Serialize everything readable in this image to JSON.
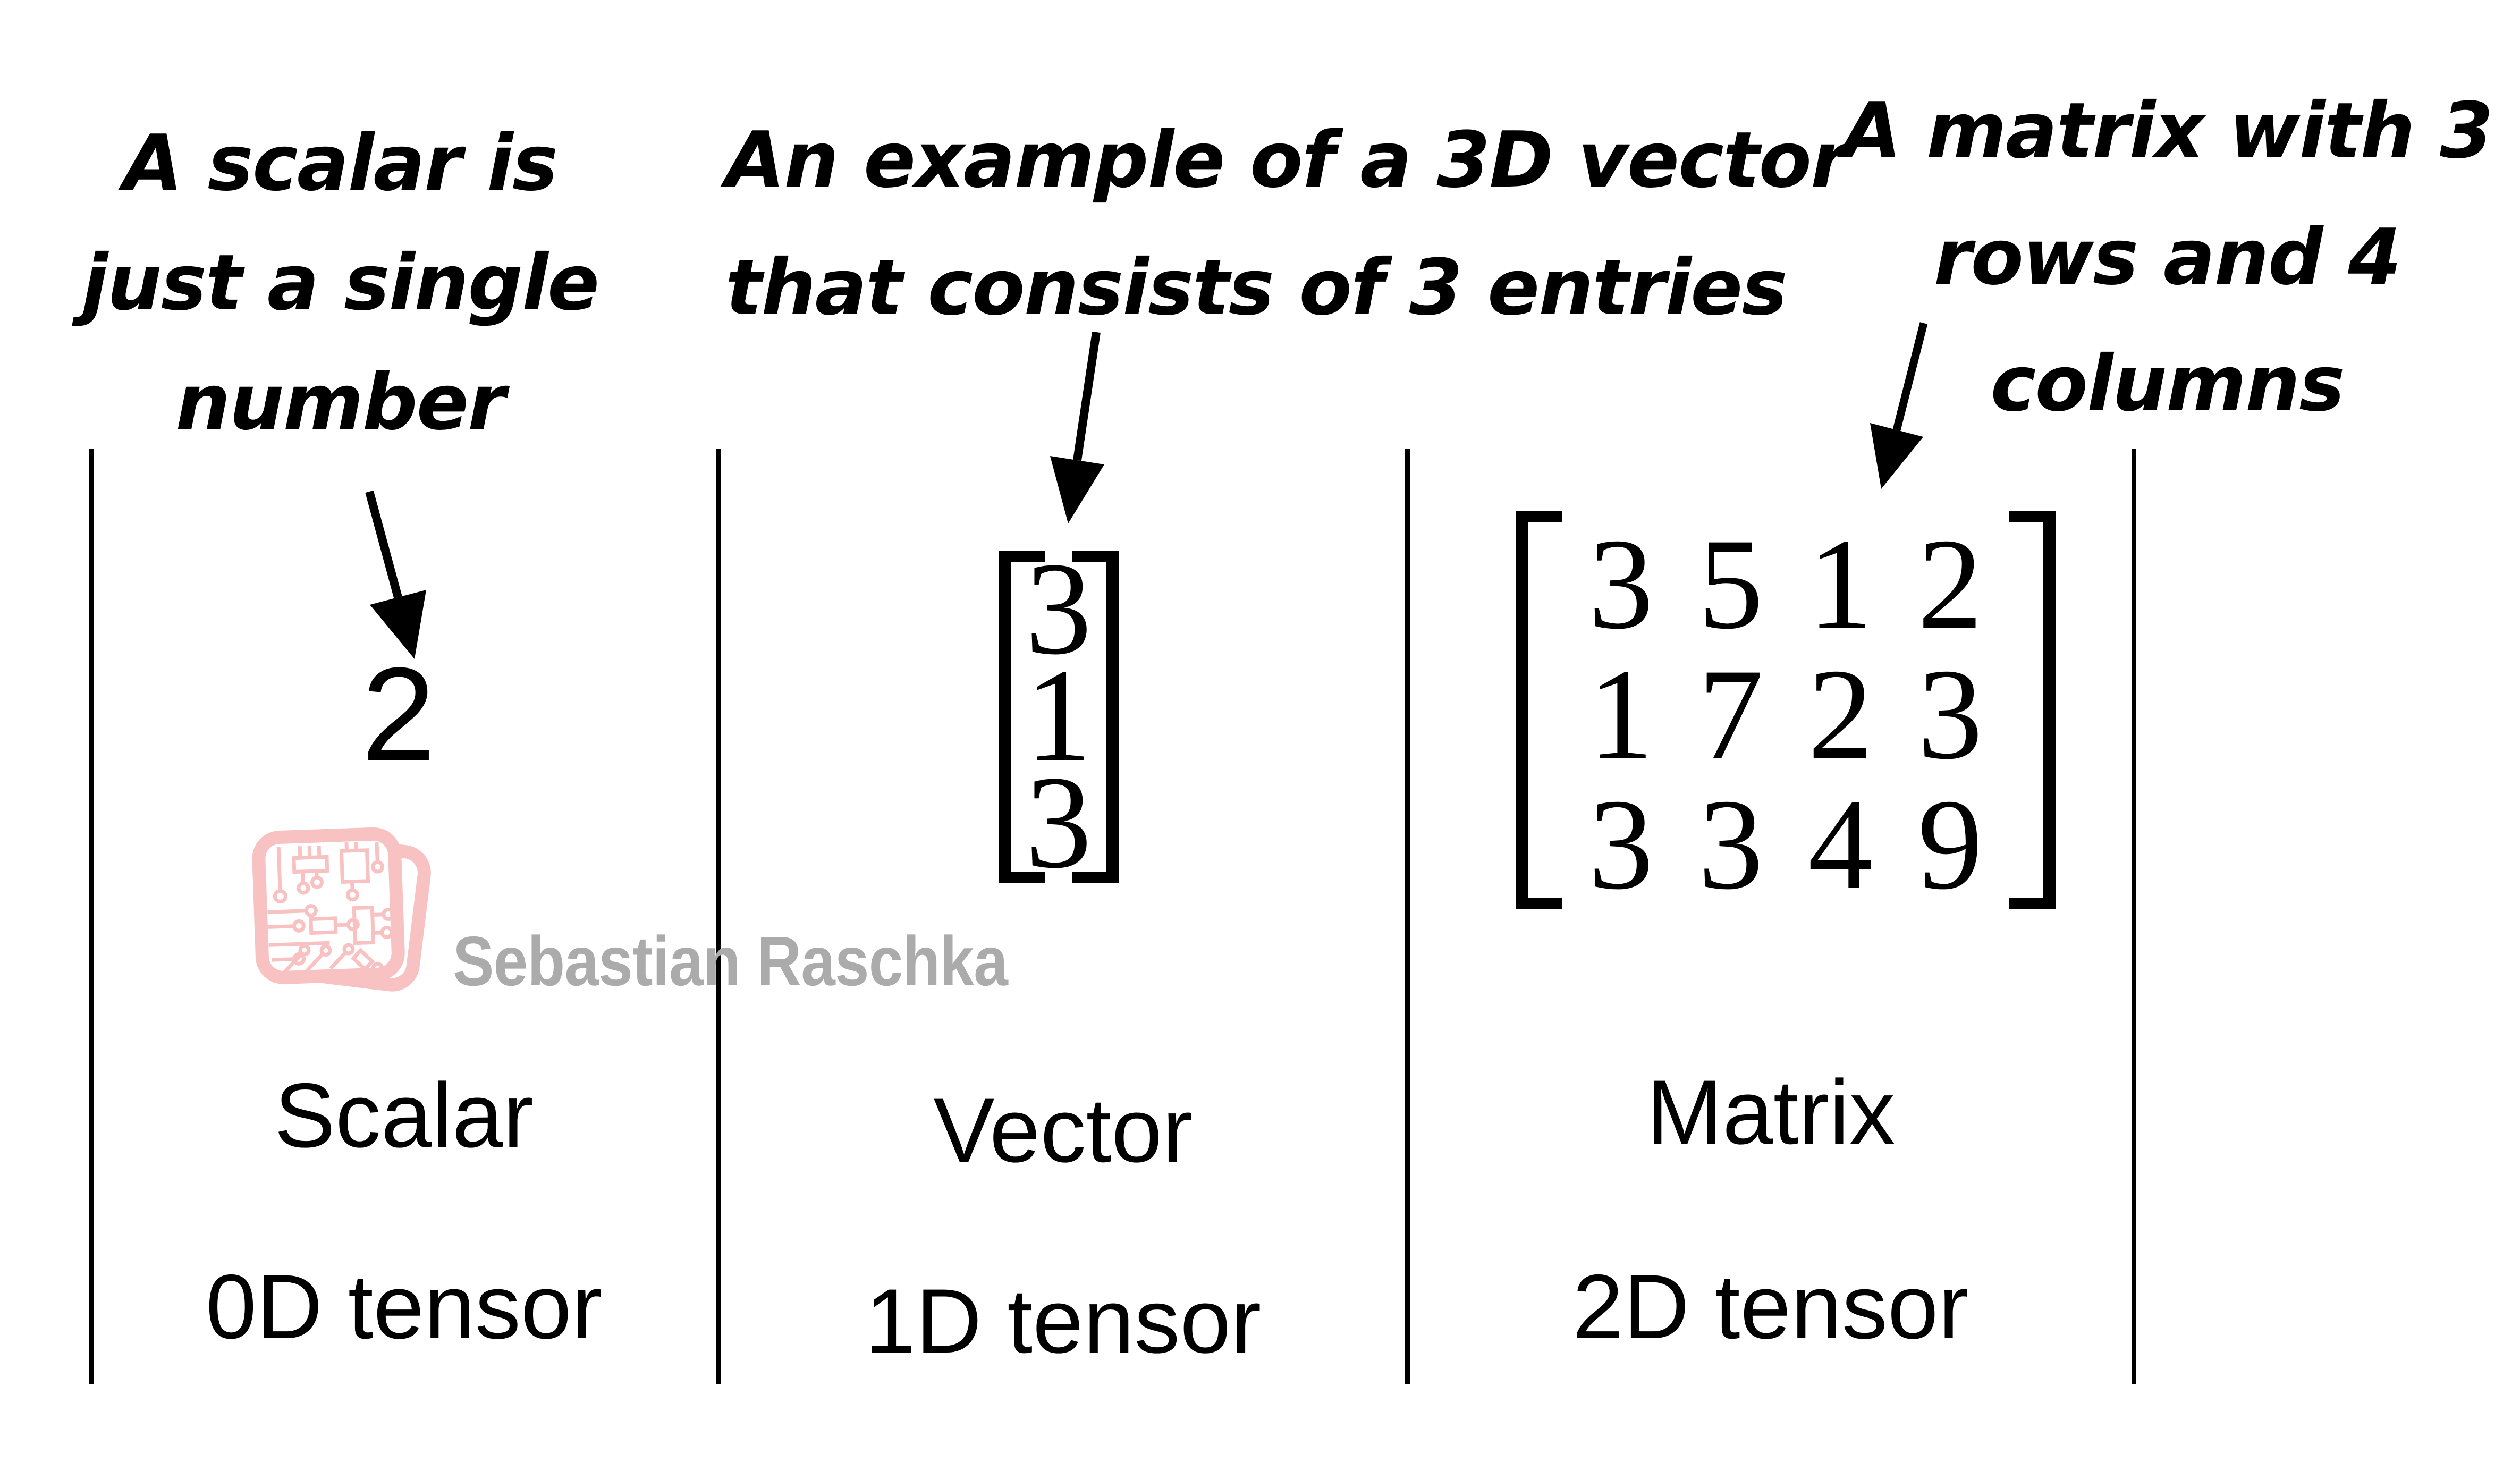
{
  "figure": {
    "background": "#ffffff",
    "ink_color": "#000000",
    "panels": [
      {
        "annotation_lines": [
          "A scalar is",
          "just a single",
          "number"
        ],
        "value": "2",
        "label": "Scalar",
        "tensor_label": "0D tensor"
      },
      {
        "annotation_lines": [
          "An example of a 3D vector",
          "that consists of 3 entries"
        ],
        "vector": [
          "3",
          "1",
          "3"
        ],
        "label": "Vector",
        "tensor_label": "1D tensor"
      },
      {
        "annotation_lines": [
          "A matrix with 3",
          "rows and 4",
          "columns"
        ],
        "matrix": [
          [
            "3",
            "5",
            "1",
            "2"
          ],
          [
            "1",
            "7",
            "2",
            "3"
          ],
          [
            "3",
            "3",
            "4",
            "9"
          ]
        ],
        "label": "Matrix",
        "tensor_label": "2D tensor"
      }
    ],
    "watermark": {
      "text": "Sebastian Raschka",
      "text_color": "#ababab",
      "logo_color": "#f8c2c2"
    }
  }
}
